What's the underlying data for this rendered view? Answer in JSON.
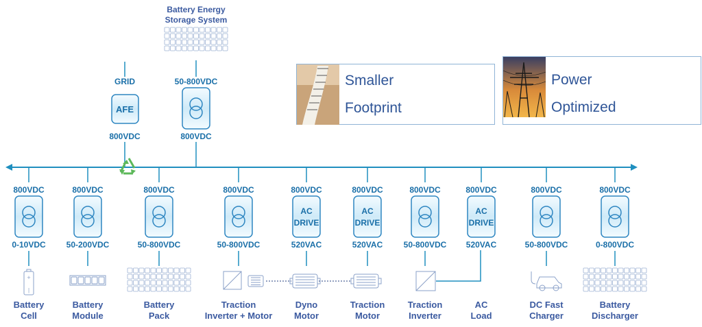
{
  "bess": {
    "title_line1": "Battery Energy",
    "title_line2": "Storage System",
    "voltage_in": "50-800VDC",
    "voltage_out": "800VDC"
  },
  "grid": {
    "label": "GRID",
    "afe": "AFE",
    "voltage_out": "800VDC"
  },
  "callouts": [
    {
      "line1": "Smaller",
      "line2": "Footprint",
      "image": "measuring-tape-photo"
    },
    {
      "line1": "Power",
      "line2": "Optimized",
      "image": "power-tower-photo"
    }
  ],
  "units": [
    {
      "vin": "800VDC",
      "kind": "transformer",
      "vout": "0-10VDC",
      "label1": "Battery",
      "label2": "Cell",
      "icon": "battery-cell-icon"
    },
    {
      "vin": "800VDC",
      "kind": "transformer",
      "vout": "50-200VDC",
      "label1": "Battery",
      "label2": "Module",
      "icon": "battery-module-icon"
    },
    {
      "vin": "800VDC",
      "kind": "transformer",
      "vout": "50-800VDC",
      "label1": "Battery",
      "label2": "Pack",
      "icon": "battery-pack-icon"
    },
    {
      "vin": "800VDC",
      "kind": "transformer",
      "vout": "50-800VDC",
      "label1": "Traction",
      "label2": "Inverter + Motor",
      "icon": "inverter-motor-icon"
    },
    {
      "vin": "800VDC",
      "kind": "drive",
      "drive_l1": "AC",
      "drive_l2": "DRIVE",
      "vout": "520VAC",
      "label1": "Dyno",
      "label2": "Motor",
      "icon": "motor-icon"
    },
    {
      "vin": "800VDC",
      "kind": "drive",
      "drive_l1": "AC",
      "drive_l2": "DRIVE",
      "vout": "520VAC",
      "label1": "Traction",
      "label2": "Motor",
      "icon": "motor-icon"
    },
    {
      "vin": "800VDC",
      "kind": "transformer",
      "vout": "50-800VDC",
      "label1": "Traction",
      "label2": "Inverter",
      "icon": "inverter-icon"
    },
    {
      "vin": "800VDC",
      "kind": "drive",
      "drive_l1": "AC",
      "drive_l2": "DRIVE",
      "vout": "520VAC",
      "label1": "AC",
      "label2": "Load",
      "icon": "none"
    },
    {
      "vin": "800VDC",
      "kind": "transformer",
      "vout": "50-800VDC",
      "label1": "DC Fast",
      "label2": "Charger",
      "icon": "ev-car-icon"
    },
    {
      "vin": "800VDC",
      "kind": "transformer",
      "vout": "0-800VDC",
      "label1": "Battery",
      "label2": "Discharger",
      "icon": "battery-rack-icon"
    }
  ],
  "colors": {
    "bus": "#1f8fbf",
    "voltage": "#1a6fa8",
    "label": "#3b5aa0",
    "box_fill": "#d7eef9",
    "box_stroke": "#2e86c1",
    "recycle": "#5db85a",
    "icon": "#9fb3d4"
  }
}
